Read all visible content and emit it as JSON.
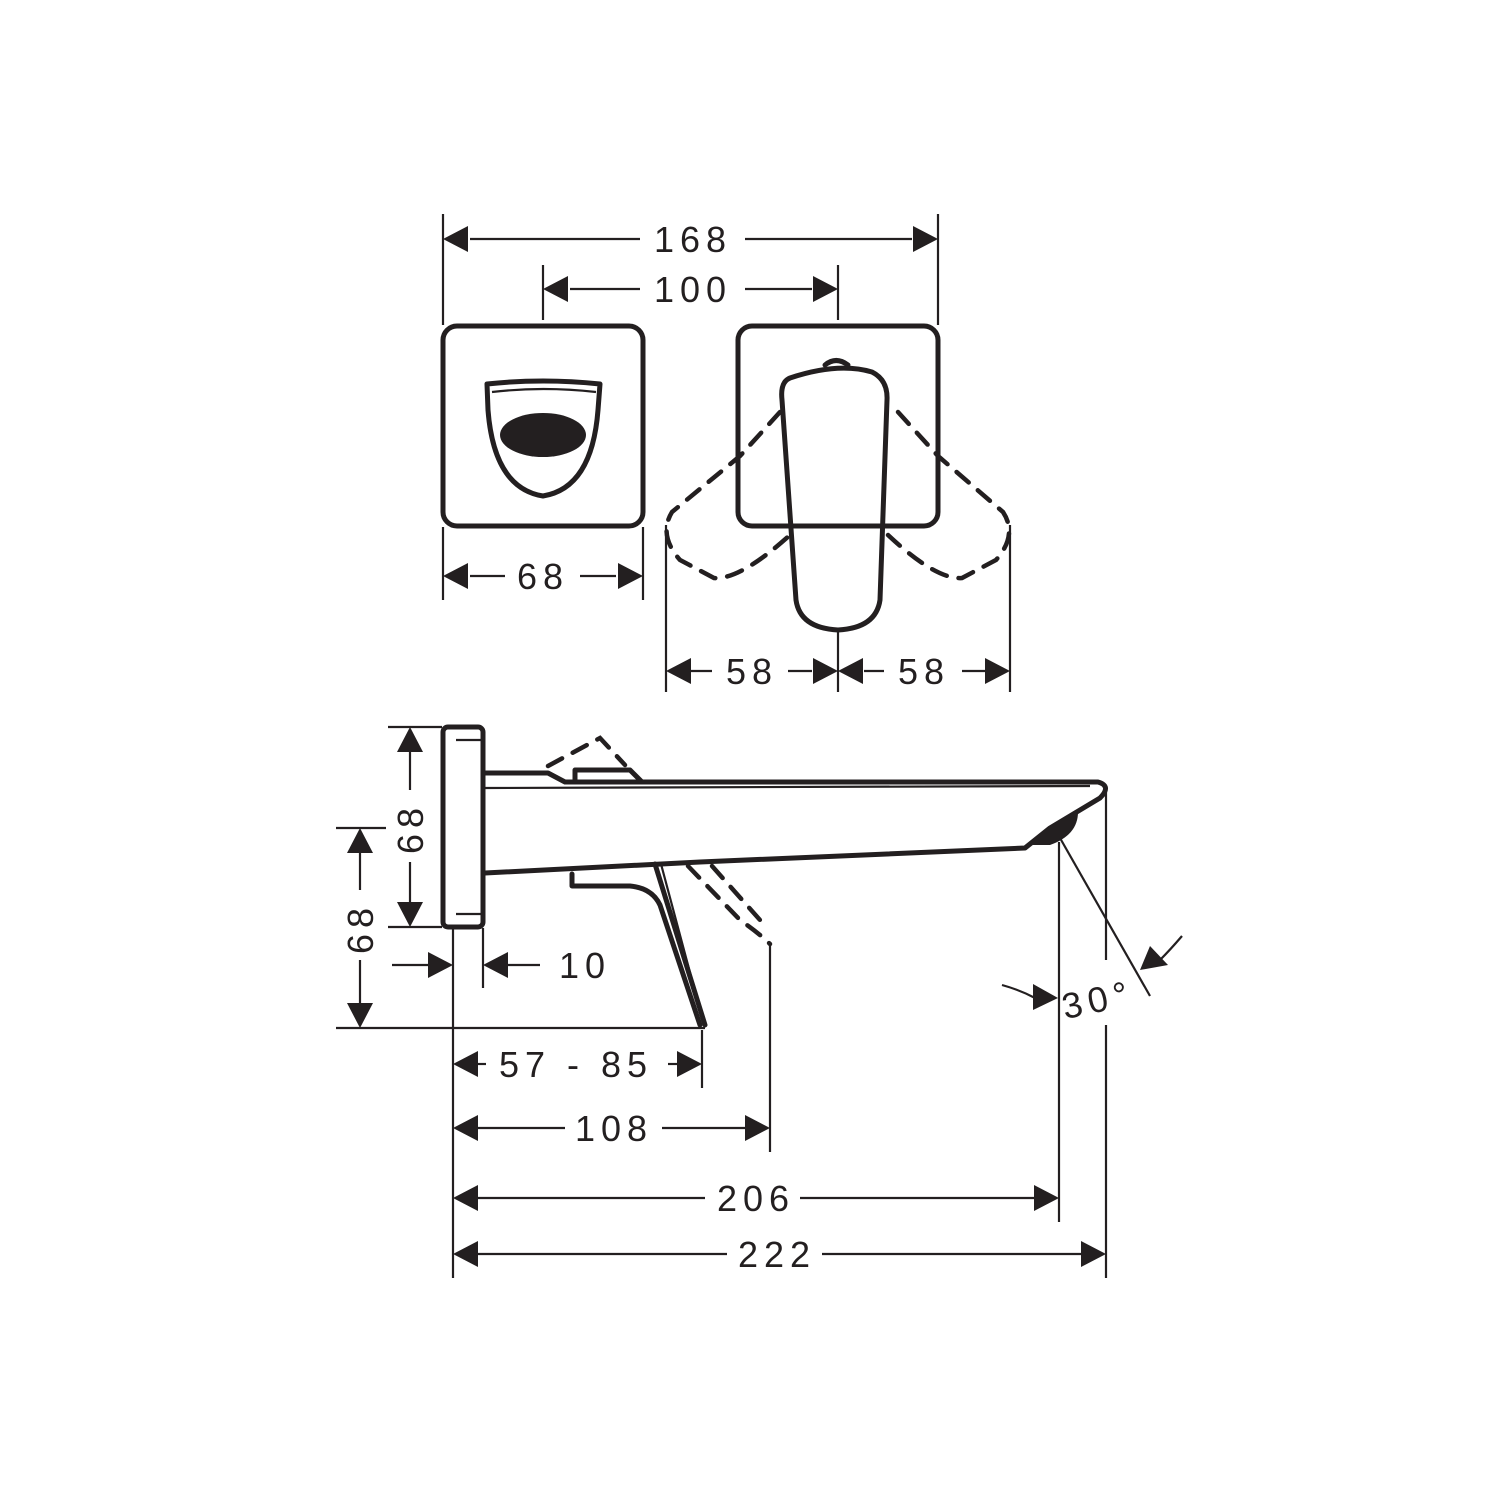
{
  "drawing": {
    "subject": "wall-mounted single lever basin mixer",
    "front_view": {
      "overall_width": "168",
      "center_distance": "100",
      "spout_plate_width": "68",
      "lever_swing_left": "58",
      "lever_swing_right": "58"
    },
    "side_view": {
      "plate_height": "68",
      "spout_height_to_base": "68",
      "plate_thickness": "10",
      "lever_projection": "57 - 85",
      "lever_swing_projection": "108",
      "spout_outlet_projection": "206",
      "spout_total_projection": "222",
      "outlet_angle": "30°"
    },
    "colors": {
      "line": "#231f20",
      "background": "#ffffff"
    }
  }
}
